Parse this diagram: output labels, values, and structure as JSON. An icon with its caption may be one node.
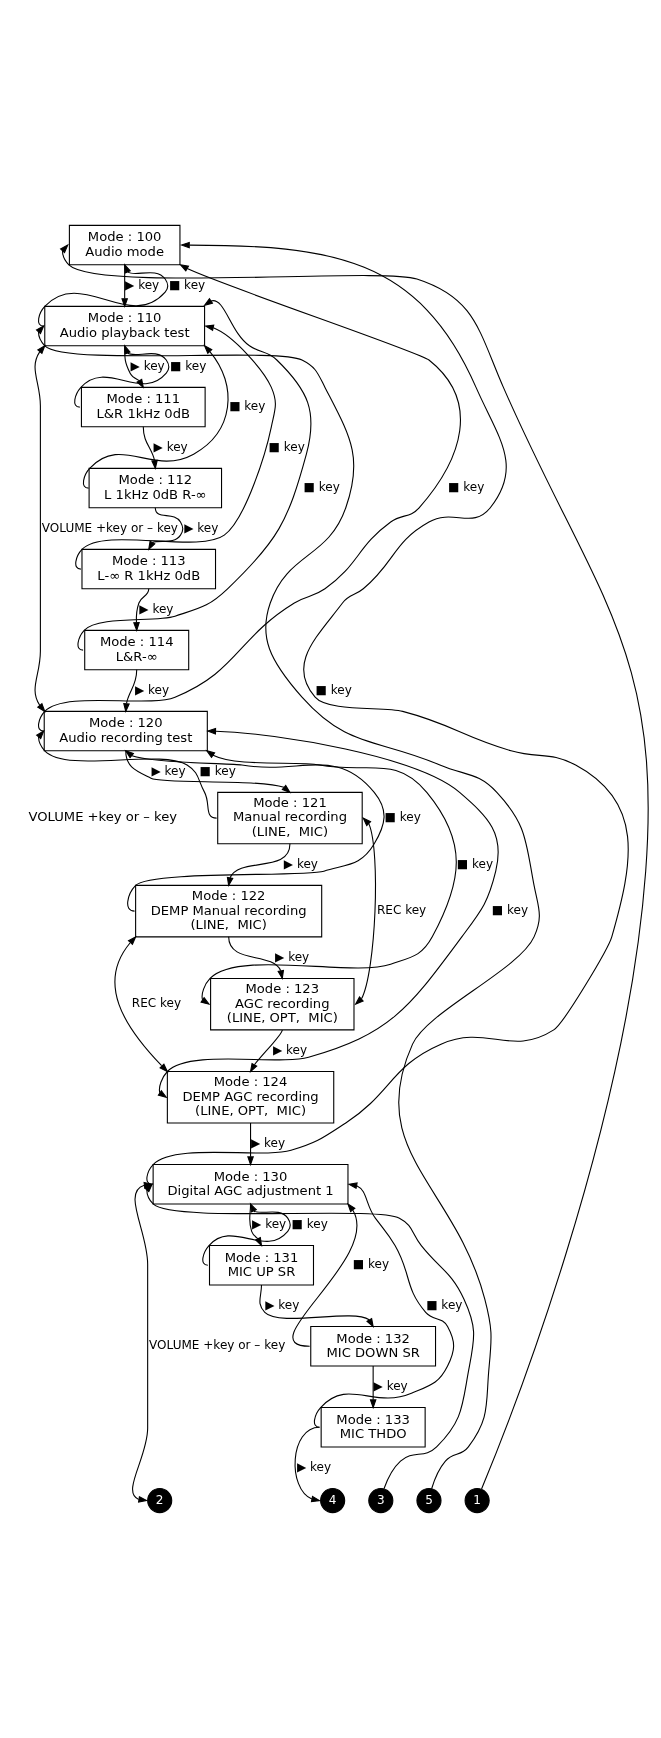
{
  "diagram": {
    "nodes": [
      {
        "text": [
          "Mode : 100",
          "Audio mode"
        ]
      },
      {
        "text": [
          "Mode : 110",
          "Audio playback test"
        ]
      },
      {
        "text": [
          "Mode : 111",
          "L&R 1kHz 0dB"
        ]
      },
      {
        "text": [
          "Mode : 112",
          "L 1kHz 0dB R-∞"
        ]
      },
      {
        "text": [
          "Mode : 113",
          "L-∞ R 1kHz 0dB"
        ]
      },
      {
        "text": [
          "Mode : 114",
          "L&R-∞"
        ]
      },
      {
        "text": [
          "Mode : 120",
          "Audio recording test"
        ]
      },
      {
        "text": [
          "Mode : 121",
          "Manual recording",
          "(LINE,  MIC)"
        ]
      },
      {
        "text": [
          "Mode : 122",
          "DEMP Manual recording",
          "(LINE,  MIC)"
        ]
      },
      {
        "text": [
          "Mode : 123",
          "AGC recording",
          "(LINE, OPT,  MIC)"
        ]
      },
      {
        "text": [
          "Mode : 124",
          "DEMP AGC recording",
          "(LINE, OPT,  MIC)"
        ]
      },
      {
        "text": [
          "Mode : 130",
          "Digital AGC adjustment 1"
        ]
      },
      {
        "text": [
          "Mode : 131",
          "MIC UP SR"
        ]
      },
      {
        "text": [
          "Mode : 132",
          "MIC DOWN SR"
        ]
      },
      {
        "text": [
          "Mode : 133",
          "MIC THDO"
        ]
      },
      {
        "text": [
          "1"
        ]
      },
      {
        "text": [
          "2"
        ]
      },
      {
        "text": [
          "3"
        ]
      },
      {
        "text": [
          "4"
        ]
      },
      {
        "text": [
          "5"
        ]
      }
    ],
    "edges": [
      {
        "from": 0,
        "to": 1,
        "arrow": "to",
        "label": "▶ key"
      },
      {
        "from": 19,
        "to": 1,
        "arrow": "to"
      },
      {
        "from": 15,
        "to": 0,
        "arrow": "to"
      },
      {
        "from": 1,
        "to": 0,
        "arrow": "to",
        "label": "■ key"
      },
      {
        "from": 1,
        "to": 2,
        "arrow": "to",
        "label": "▶ key"
      },
      {
        "from": 2,
        "to": 1,
        "arrow": "to",
        "label": "■ key"
      },
      {
        "from": 2,
        "to": 3,
        "arrow": "to",
        "label": "▶ key"
      },
      {
        "from": 3,
        "to": 1,
        "arrow": "to",
        "label": "■ key"
      },
      {
        "from": 3,
        "to": 4,
        "arrow": "to",
        "label": "▶ key"
      },
      {
        "from": 4,
        "to": 1,
        "arrow": "to",
        "label": "■ key"
      },
      {
        "from": 4,
        "to": 5,
        "arrow": "to",
        "label": "▶ key"
      },
      {
        "from": 5,
        "to": 1,
        "arrow": "to",
        "label": "■ key"
      },
      {
        "from": 5,
        "to": 6,
        "arrow": "to",
        "label": "▶ key"
      },
      {
        "from": 1,
        "to": 6,
        "arrow": "both",
        "label": "VOLUME +key or – key"
      },
      {
        "from": 6,
        "to": 0,
        "arrow": "to",
        "label": "■ key"
      },
      {
        "from": 6,
        "to": 7,
        "arrow": "to",
        "label": "▶ key"
      },
      {
        "from": 7,
        "to": 6,
        "arrow": "to",
        "label": "■ key"
      },
      {
        "from": 7,
        "to": 8,
        "arrow": "to",
        "label": "▶ key"
      },
      {
        "from": 8,
        "to": 6,
        "arrow": "to",
        "label": "■ key"
      },
      {
        "from": 8,
        "to": 9,
        "arrow": "to",
        "label": "▶ key"
      },
      {
        "from": 9,
        "to": 6,
        "arrow": "both",
        "label": "■ key"
      },
      {
        "from": 9,
        "to": 10,
        "arrow": "to",
        "label": "▶ key"
      },
      {
        "from": 10,
        "to": 6,
        "arrow": "both",
        "label": "■ key"
      },
      {
        "from": 7,
        "to": 9,
        "arrow": "both",
        "label": "REC key"
      },
      {
        "from": 8,
        "to": 10,
        "arrow": "both",
        "label": "REC key"
      },
      {
        "from": 10,
        "to": 11,
        "arrow": "to",
        "label": "▶ key"
      },
      {
        "from": 11,
        "to": 0,
        "arrow": "to",
        "label": "■ key"
      },
      {
        "from": 11,
        "to": 16,
        "arrow": "both",
        "label": "VOLUME +key or – key"
      },
      {
        "from": 17,
        "to": 11,
        "arrow": "to"
      },
      {
        "from": 11,
        "to": 12,
        "arrow": "to",
        "label": "▶ key"
      },
      {
        "from": 12,
        "to": 11,
        "arrow": "to",
        "label": "■ key"
      },
      {
        "from": 12,
        "to": 13,
        "arrow": "to",
        "label": "▶ key"
      },
      {
        "from": 13,
        "to": 11,
        "arrow": "to",
        "label": "■ key"
      },
      {
        "from": 13,
        "to": 14,
        "arrow": "to",
        "label": "▶ key"
      },
      {
        "from": 14,
        "to": 11,
        "arrow": "to",
        "label": "■ key"
      },
      {
        "from": 14,
        "to": 18,
        "arrow": "to",
        "label": "▶ key"
      }
    ],
    "labels": [
      "VOLUME +key or – key"
    ]
  }
}
